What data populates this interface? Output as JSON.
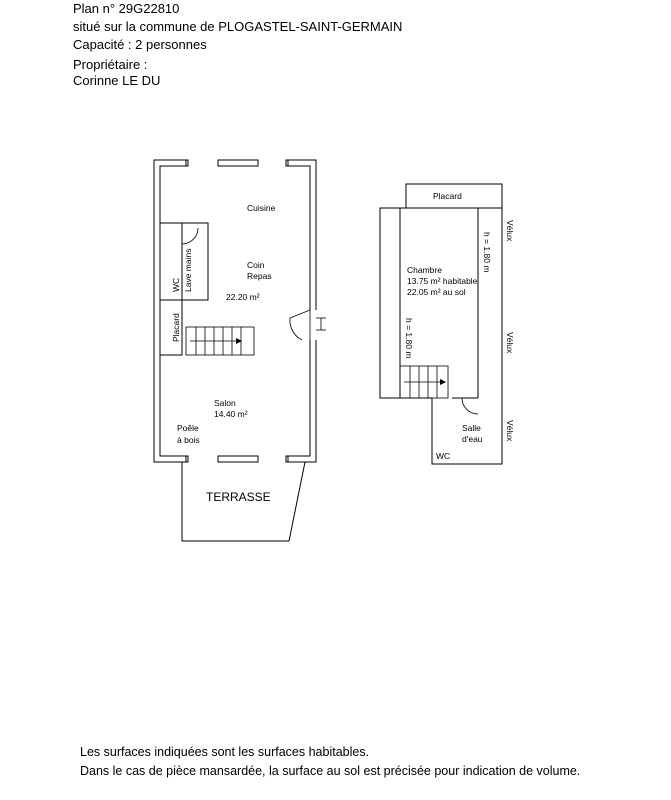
{
  "header": {
    "plan_number": "Plan n° 29G22810",
    "location": "situé sur la commune de PLOGASTEL-SAINT-GERMAIN",
    "capacity": "Capacité : 2 personnes",
    "owner_label": "Propriétaire :",
    "owner_name": "Corinne LE DU"
  },
  "ground_floor": {
    "kitchen": "Cuisine",
    "dining_line1": "Coin",
    "dining_line2": "Repas",
    "dining_area": "22.20 m²",
    "wc": "WC",
    "wash_basin": "Lave mains",
    "cupboard": "Placard",
    "living_room": "Salon",
    "living_area": "14.40 m²",
    "stove_line1": "Poêle",
    "stove_line2": "à bois",
    "terrace": "TERRASSE"
  },
  "upper_floor": {
    "cupboard": "Placard",
    "skylight_1": "Vélux",
    "skylight_2": "Vélux",
    "skylight_3": "Vélux",
    "bedroom": "Chambre",
    "bedroom_habitable": "13.75 m² habitable",
    "bedroom_floor": "22.05 m² au sol",
    "height_right": "h = 1.80 m",
    "height_left": "h = 1.80 m",
    "shower_line1": "Salle",
    "shower_line2": "d'eau",
    "wc": "WC"
  },
  "footer": {
    "line1": "Les surfaces indiquées sont les surfaces habitables.",
    "line2": "Dans le cas de pièce mansardée, la surface au sol est précisée pour indication de volume."
  }
}
